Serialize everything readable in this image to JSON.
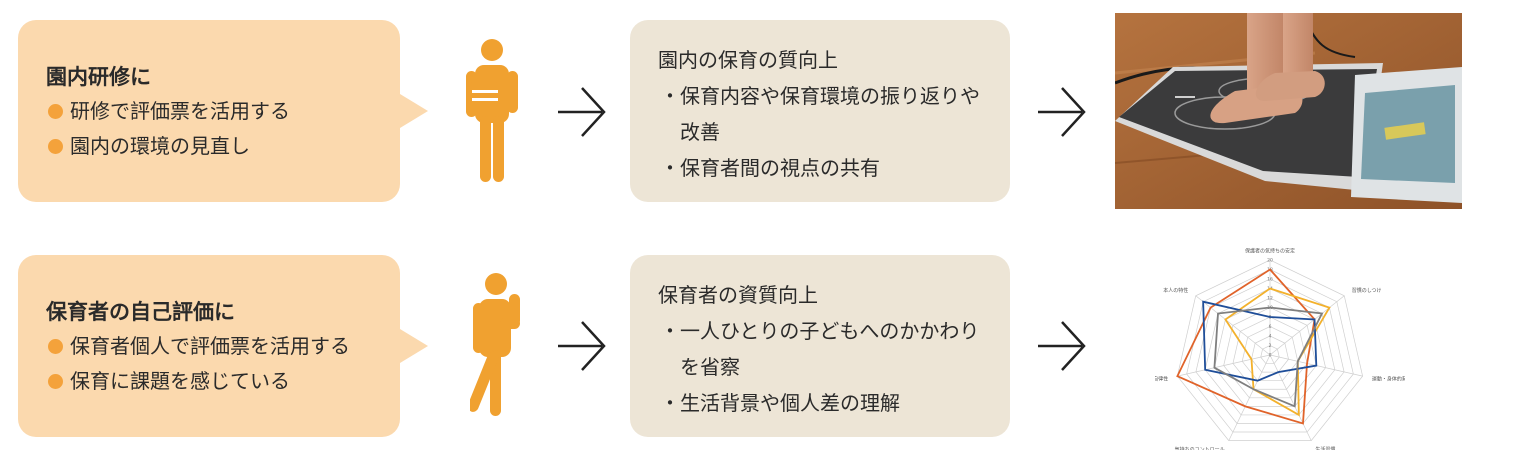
{
  "rows": [
    {
      "bubble": {
        "title": "園内研修に",
        "items": [
          "研修で評価票を活用する",
          "園内の環境の見直し"
        ]
      },
      "result": {
        "title": "園内の保育の質向上",
        "bullet": "・",
        "items": [
          "保育内容や保育環境の振り返りや改善",
          "保育者間の視点の共有"
        ]
      }
    },
    {
      "bubble": {
        "title": "保育者の自己評価に",
        "items": [
          "保育者個人で評価票を活用する",
          "保育に課題を感じている"
        ]
      },
      "result": {
        "title": "保育者の資質向上",
        "bullet": "・",
        "items": [
          "一人ひとりの子どもへのかかわりを省察",
          "生活背景や個人差の理解"
        ]
      }
    }
  ],
  "colors": {
    "bubble_bg": "#fbd9ae",
    "dot": "#f4a23b",
    "result_bg": "#ede5d6",
    "person": "#f0a130",
    "arrow": "#222222"
  },
  "icons": [
    "person-holding-document-icon",
    "person-thinking-icon",
    "arrow-right-icon"
  ],
  "photo": {
    "subject": "child standing barefoot on a balance measurement board"
  },
  "chart_data": {
    "type": "radar",
    "title": "",
    "axes": [
      "保護者の気持ちの安定",
      "習慣のしつけ",
      "運動・身体的発達",
      "生活習慣",
      "気持ちのコントロール",
      "自律性",
      "本人の特性"
    ],
    "scale_ticks": [
      "0",
      "2",
      "4",
      "6",
      "8",
      "10",
      "12",
      "14",
      "16",
      "18",
      "20"
    ],
    "rmax": 20,
    "series": [
      {
        "color": "#e0632a",
        "values": [
          18,
          12,
          8,
          16,
          12,
          20,
          16
        ]
      },
      {
        "color": "#f3b12c",
        "values": [
          14,
          16,
          6,
          14,
          8,
          4,
          12
        ]
      },
      {
        "color": "#1f4e99",
        "values": [
          8,
          12,
          10,
          4,
          6,
          14,
          18
        ]
      },
      {
        "color": "#7f7f7f",
        "values": [
          10,
          14,
          6,
          12,
          8,
          12,
          14
        ]
      }
    ]
  }
}
